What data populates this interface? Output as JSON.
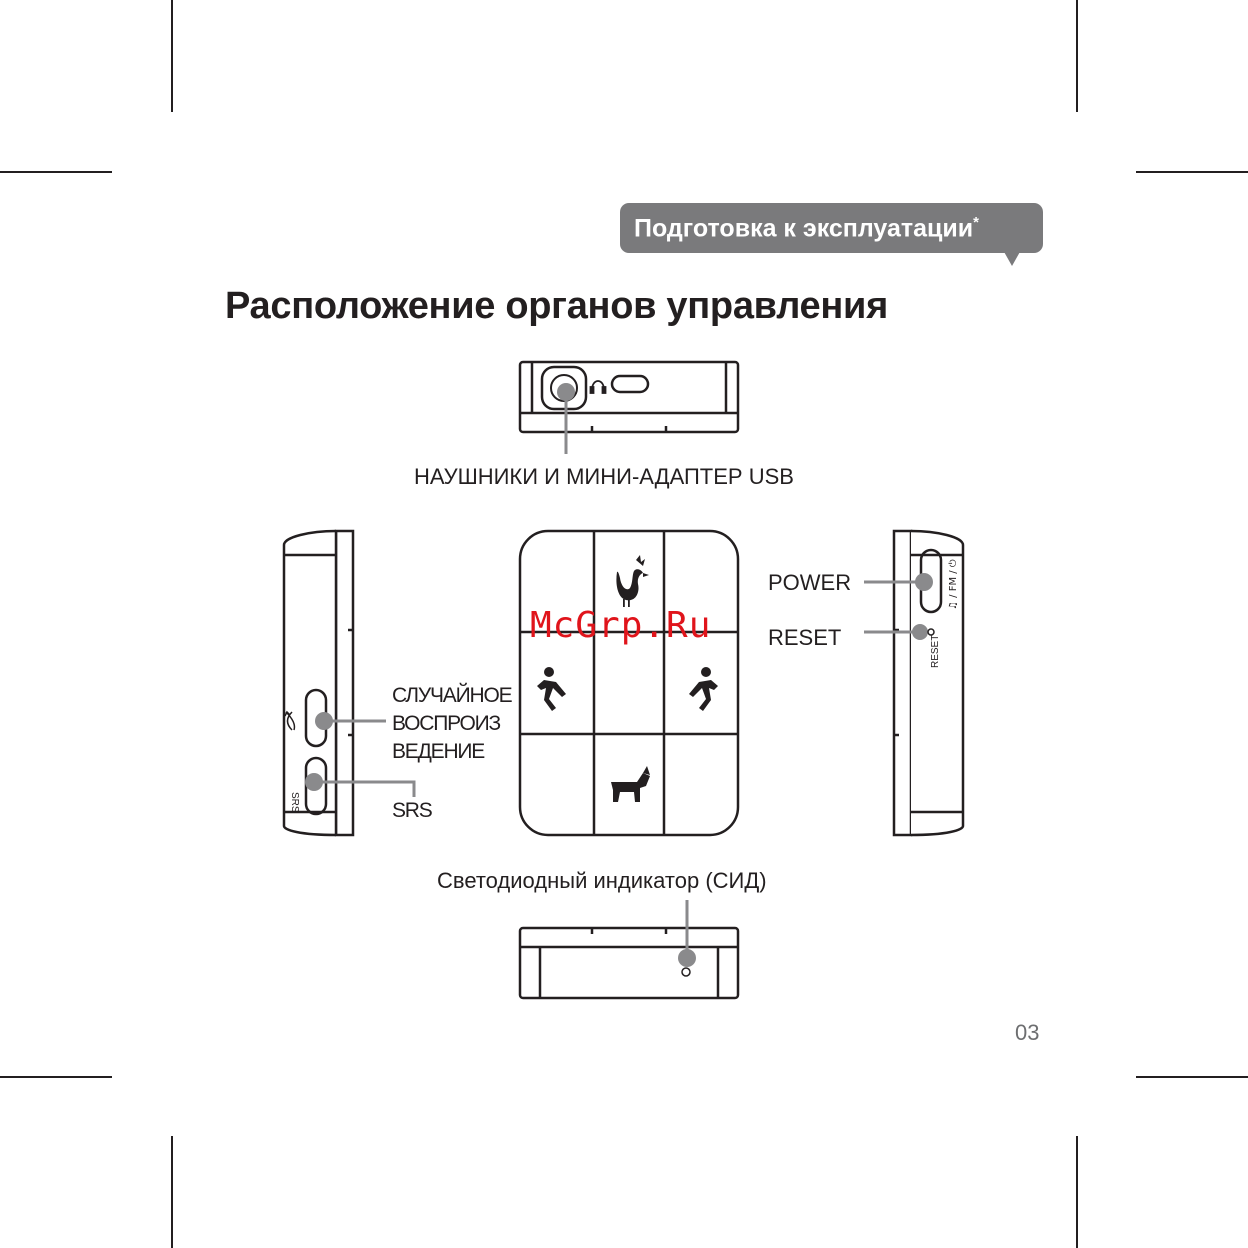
{
  "header": {
    "section_tab": "Подготовка к эксплуатации",
    "section_tab_mark": "*",
    "page_title": "Расположение органов управления"
  },
  "labels": {
    "headphones": "НАУШНИКИ И МИНИ-АДАПТЕР USB",
    "power": "POWER",
    "reset": "RESET",
    "shuffle_line1": "СЛУЧАЙНОЕ",
    "shuffle_line2": "ВОСПРОИЗ",
    "shuffle_line3": "ВЕДЕНИЕ",
    "srs": "SRS",
    "led": "Светодиодный индикатор (СИД)"
  },
  "device_print": {
    "srs": "SRS",
    "reset": "RESET",
    "mode_switch": "♫ / FM / ⏻"
  },
  "icons": [
    "headphone-icon",
    "rooster-icon",
    "walking-person-icon",
    "dog-icon",
    "shuffle-icon"
  ],
  "watermark": "McGrp.Ru",
  "page_number": "03"
}
